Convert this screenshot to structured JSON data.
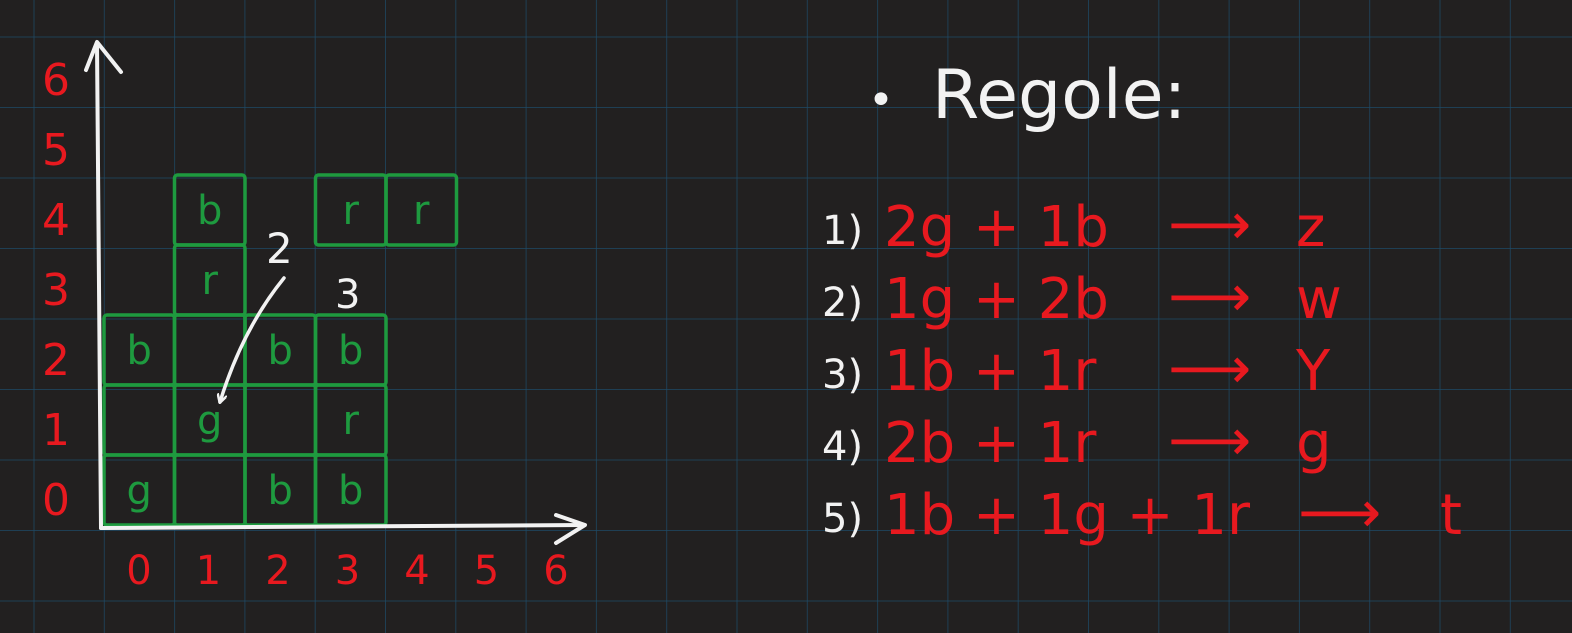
{
  "colors": {
    "background": "#222020",
    "grid": "#1f4a66",
    "axis": "#f2f2f2",
    "label": "#e8191f",
    "cell_border": "#1e9a3f",
    "annotation": "#f2f2f2"
  },
  "board": {
    "y_labels": [
      "0",
      "1",
      "2",
      "3",
      "4",
      "5",
      "6"
    ],
    "x_labels": [
      "0",
      "1",
      "2",
      "3",
      "4",
      "5",
      "6"
    ],
    "cells": [
      {
        "col": 0,
        "row": 0,
        "letter": "g"
      },
      {
        "col": 1,
        "row": 0,
        "letter": ""
      },
      {
        "col": 2,
        "row": 0,
        "letter": "b"
      },
      {
        "col": 3,
        "row": 0,
        "letter": "b"
      },
      {
        "col": 0,
        "row": 1,
        "letter": ""
      },
      {
        "col": 1,
        "row": 1,
        "letter": "g"
      },
      {
        "col": 2,
        "row": 1,
        "letter": ""
      },
      {
        "col": 3,
        "row": 1,
        "letter": "r"
      },
      {
        "col": 0,
        "row": 2,
        "letter": "b"
      },
      {
        "col": 1,
        "row": 2,
        "letter": ""
      },
      {
        "col": 2,
        "row": 2,
        "letter": "b"
      },
      {
        "col": 3,
        "row": 2,
        "letter": "b"
      },
      {
        "col": 1,
        "row": 3,
        "letter": "r"
      },
      {
        "col": 1,
        "row": 4,
        "letter": "b"
      },
      {
        "col": 3,
        "row": 4,
        "letter": "r"
      },
      {
        "col": 4,
        "row": 4,
        "letter": "r"
      }
    ],
    "annotations": {
      "arrow_label": "2",
      "side_label": "3"
    }
  },
  "rules": {
    "bullet": "•",
    "title": "Regole:",
    "items": [
      {
        "number": "1)",
        "formula": "2g + 1b",
        "arrow": "⟶",
        "result": "z"
      },
      {
        "number": "2)",
        "formula": "1g + 2b",
        "arrow": "⟶",
        "result": "w"
      },
      {
        "number": "3)",
        "formula": "1b + 1r",
        "arrow": "⟶",
        "result": "Y"
      },
      {
        "number": "4)",
        "formula": "2b + 1r",
        "arrow": "⟶",
        "result": "g"
      },
      {
        "number": "5)",
        "formula": "1b + 1g + 1r",
        "arrow": "⟶",
        "result": "t"
      }
    ]
  }
}
